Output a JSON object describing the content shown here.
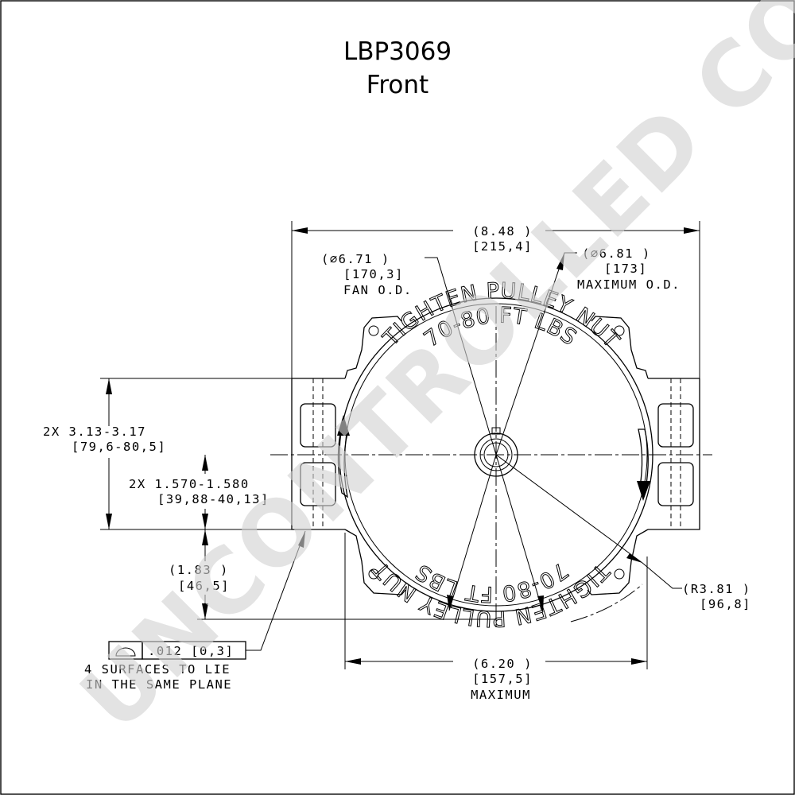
{
  "title": {
    "part_number": "LBP3069",
    "view": "Front"
  },
  "watermark": "UNCONTROLLED COPY",
  "pulley_text": {
    "upper_outer": "TIGHTEN PULLEY NUT",
    "upper_inner": "70-80 FT LBS",
    "lower_outer": "TIGHTEN PULLEY NUT",
    "lower_inner": "70-80 FT LBS"
  },
  "dimensions": {
    "overall_width": {
      "imperial": "(8.48     )",
      "metric": "[215,4]"
    },
    "fan_od": {
      "imperial": "(∅6.71     )",
      "metric": "[170,3]",
      "label": "FAN O.D."
    },
    "max_od": {
      "imperial": "(∅6.81  )",
      "metric": "[173]",
      "label": "MAXIMUM O.D."
    },
    "hole_spacing": {
      "imperial": "2X 3.13-3.17",
      "metric": "[79,6-80,5]"
    },
    "hole_offset": {
      "imperial": "2X 1.570-1.580",
      "metric": "[39,88-40,13]"
    },
    "lower_height": {
      "imperial": "(1.83     )",
      "metric": "[46,5]"
    },
    "radius": {
      "imperial": "(R3.81     )",
      "metric": "[96,8]"
    },
    "bottom_width": {
      "imperial": "(6.20     )",
      "metric": "[157,5]",
      "label": "MAXIMUM"
    }
  },
  "flatness": {
    "tolerance": ".012 [0,3]",
    "note_line1": "4 SURFACES TO LIE",
    "note_line2": "IN THE SAME PLANE"
  }
}
